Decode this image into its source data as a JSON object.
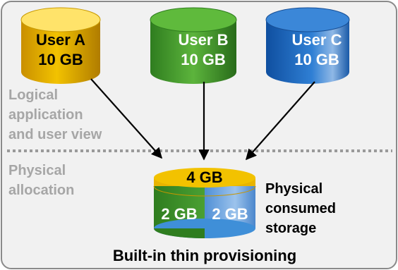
{
  "users": [
    {
      "name": "User A",
      "size": "10 GB",
      "color": "#e8b400"
    },
    {
      "name": "User B",
      "size": "10 GB",
      "color": "#3f9a2c"
    },
    {
      "name": "User C",
      "size": "10 GB",
      "color": "#1f6fc4"
    }
  ],
  "labels": {
    "logical": [
      "Logical",
      "application",
      "and user view"
    ],
    "physical": [
      "Physical",
      "allocation"
    ],
    "consumed": [
      "Physical",
      "consumed",
      "storage"
    ]
  },
  "storage": {
    "top": "4 GB",
    "left": "2 GB",
    "right": "2 GB"
  },
  "caption": "Built-in thin provisioning"
}
